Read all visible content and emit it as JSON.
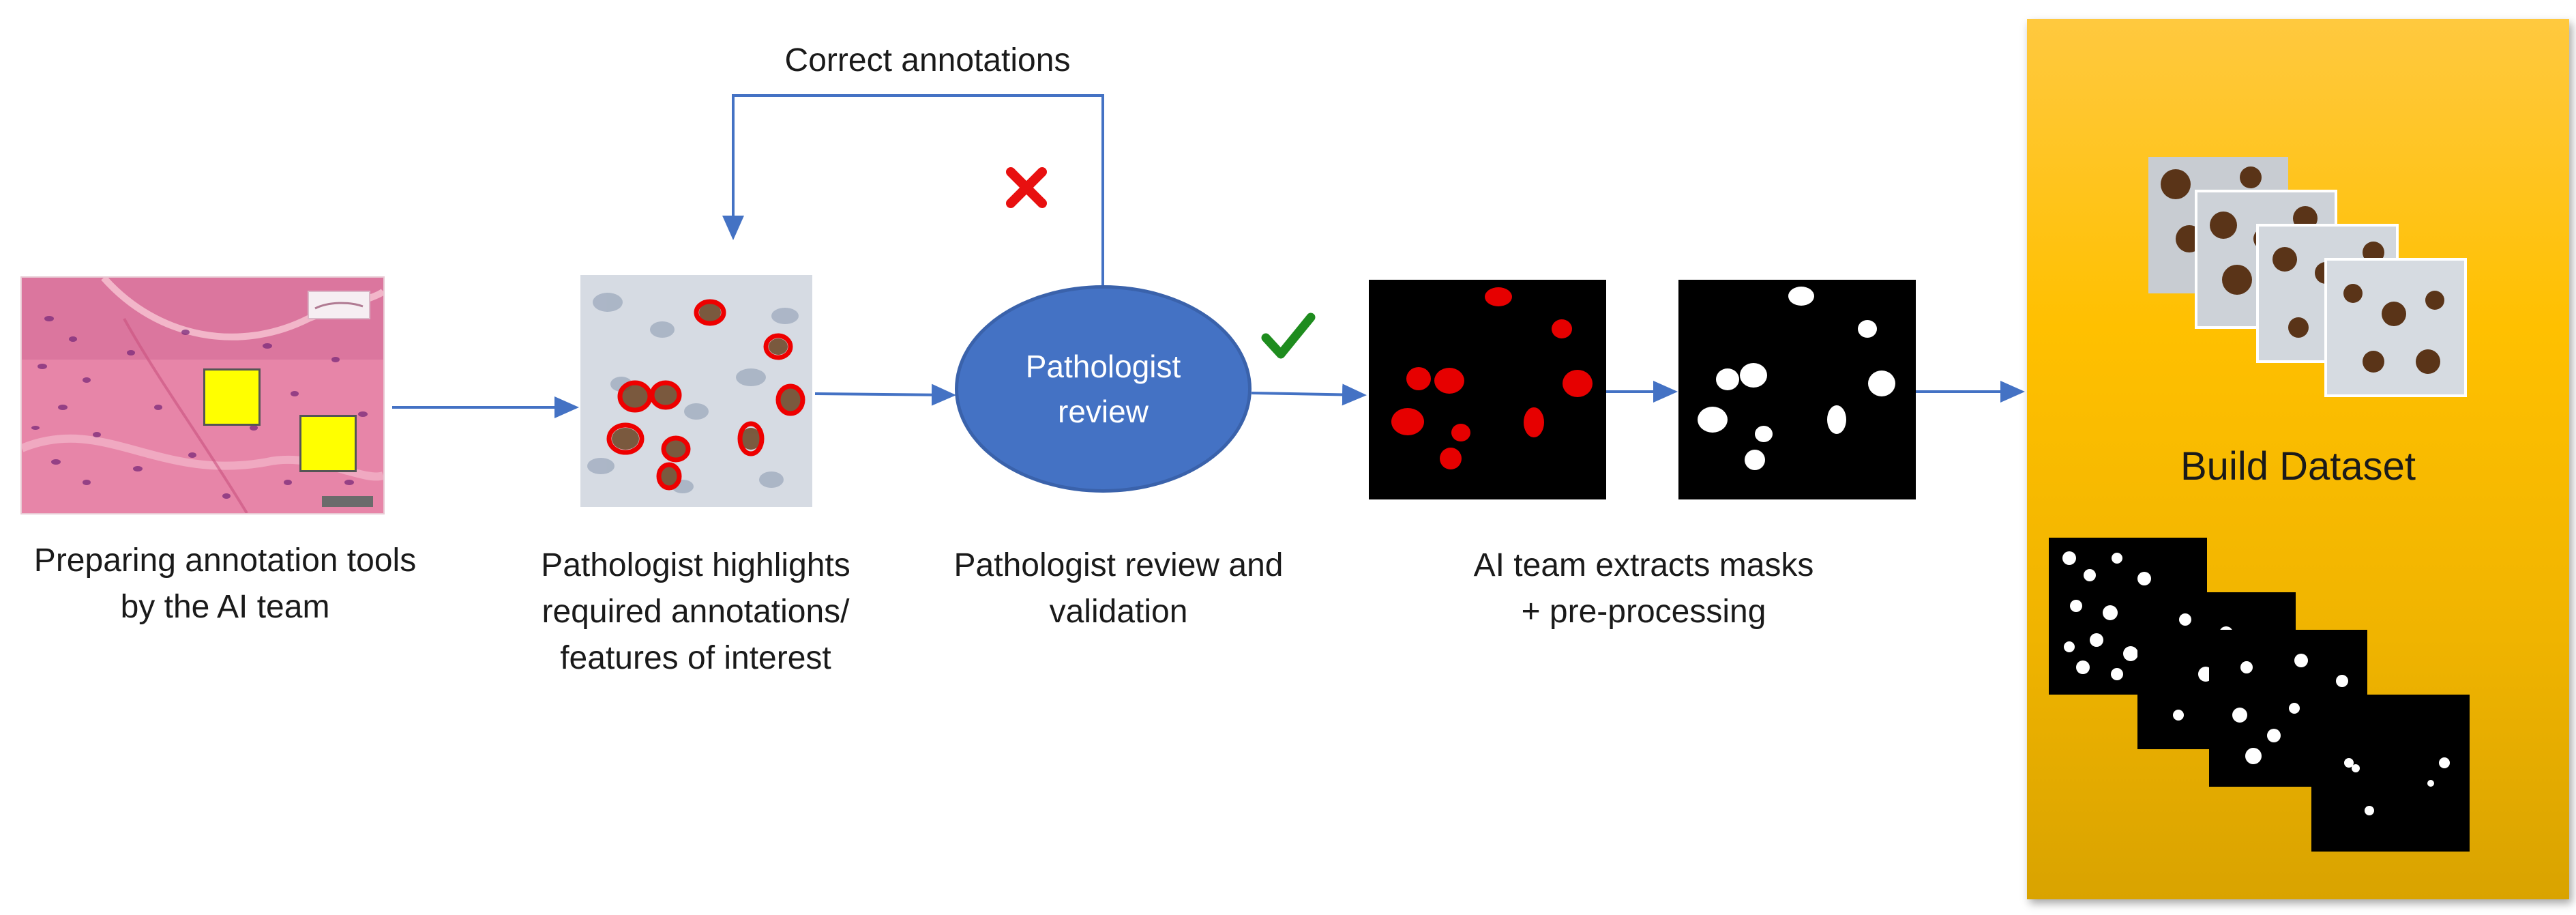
{
  "steps": {
    "prepare": {
      "caption_line1": "Preparing annotation tools",
      "caption_line2": "by the AI team"
    },
    "highlight": {
      "caption_line1": "Pathologist highlights",
      "caption_line2": "required annotations/",
      "caption_line3": "features of interest"
    },
    "review": {
      "node_line1": "Pathologist",
      "node_line2": "review",
      "caption_line1": "Pathologist review and",
      "caption_line2": "validation"
    },
    "extract": {
      "caption_line1": "AI team extracts masks",
      "caption_line2": "+ pre-processing"
    },
    "build": {
      "title": "Build Dataset"
    }
  },
  "feedback": {
    "label": "Correct annotations",
    "reject_icon": "cross-icon",
    "accept_icon": "check-icon"
  },
  "colors": {
    "arrow": "#4472c4",
    "node": "#4472c4",
    "reject": "#e81010",
    "accept": "#1e8c1e",
    "mask_red": "#e60000",
    "dataset_bg": "#ffc000"
  }
}
